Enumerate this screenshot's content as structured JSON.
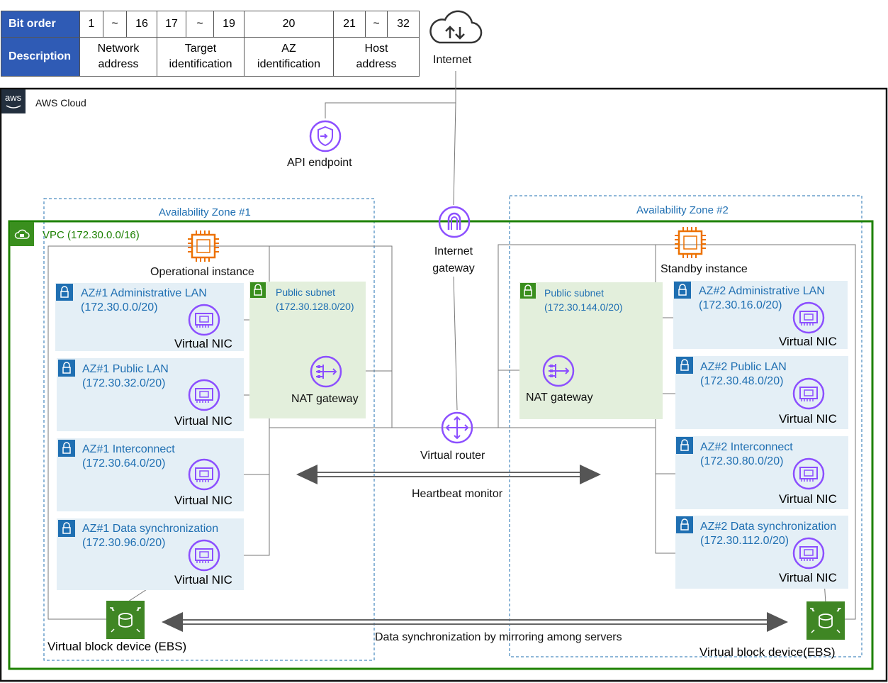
{
  "bit_table": {
    "header_bit_order": "Bit order",
    "header_description": "Description",
    "bits": [
      "1",
      "~",
      "16",
      "17",
      "~",
      "19",
      "20",
      "21",
      "~",
      "32"
    ],
    "descriptions": [
      {
        "line1": "Network",
        "line2": "address"
      },
      {
        "line1": "Target",
        "line2": "identification"
      },
      {
        "line1": "AZ",
        "line2": "identification"
      },
      {
        "line1": "Host",
        "line2": "address"
      }
    ]
  },
  "internet_label": "Internet",
  "aws_cloud": {
    "logo": "aws",
    "label": "AWS Cloud"
  },
  "api_endpoint_label": "API endpoint",
  "internet_gateway": {
    "line1": "Internet",
    "line2": "gateway"
  },
  "virtual_router_label": "Virtual router",
  "heartbeat_label": "Heartbeat monitor",
  "data_sync_label": "Data synchronization by mirroring among servers",
  "vpc_label": "VPC (172.30.0.0/16)",
  "az1": {
    "title": "Availability Zone #1",
    "instance_label": "Operational instance",
    "public_subnet": {
      "name": "Public subnet",
      "cidr": "(172.30.128.0/20)"
    },
    "nat_label": "NAT gateway",
    "subnets": [
      {
        "name": "AZ#1 Administrative LAN",
        "cidr": "(172.30.0.0/20)",
        "nic": "Virtual NIC"
      },
      {
        "name": "AZ#1 Public LAN",
        "cidr": "(172.30.32.0/20)",
        "nic": "Virtual NIC"
      },
      {
        "name": "AZ#1 Interconnect",
        "cidr": "(172.30.64.0/20)",
        "nic": "Virtual NIC"
      },
      {
        "name": "AZ#1 Data synchronization",
        "cidr": "(172.30.96.0/20)",
        "nic": "Virtual NIC"
      }
    ],
    "ebs_label": "Virtual block device (EBS)"
  },
  "az2": {
    "title": "Availability Zone #2",
    "instance_label": "Standby instance",
    "public_subnet": {
      "name": "Public subnet",
      "cidr": "(172.30.144.0/20)"
    },
    "nat_label": "NAT gateway",
    "subnets": [
      {
        "name": "AZ#2 Administrative LAN",
        "cidr": "(172.30.16.0/20)",
        "nic": "Virtual NIC"
      },
      {
        "name": "AZ#2 Public LAN",
        "cidr": "(172.30.48.0/20)",
        "nic": "Virtual NIC"
      },
      {
        "name": "AZ#2 Interconnect",
        "cidr": "(172.30.80.0/20)",
        "nic": "Virtual NIC"
      },
      {
        "name": "AZ#2 Data synchronization",
        "cidr": "(172.30.112.0/20)",
        "nic": "Virtual NIC"
      }
    ],
    "ebs_label": "Virtual block device(EBS)"
  },
  "icons": {
    "internet": "cloud-icon",
    "api_endpoint": "api-endpoint-icon",
    "internet_gateway": "internet-gateway-icon",
    "virtual_router": "router-icon",
    "nat": "nat-gateway-icon",
    "instance": "ec2-instance-icon",
    "nic": "network-interface-icon",
    "ebs": "ebs-volume-icon",
    "lock": "lock-icon"
  },
  "colors": {
    "table_header": "#2f5bb5",
    "vpc_border": "#1d8102",
    "az_border": "#1f6fb2",
    "private_subnet_fill": "#e4eff6",
    "public_subnet_fill": "#e3efdc",
    "icon_purple": "#8c4fff",
    "instance_orange": "#ed7100",
    "ebs_green": "#3f8624"
  }
}
